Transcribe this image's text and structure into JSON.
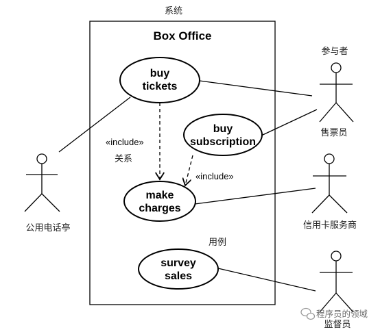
{
  "annotations": {
    "system": "系统",
    "relation": "关系",
    "use_case": "用例"
  },
  "system_boundary": {
    "name": "Box Office"
  },
  "use_cases": {
    "buy_tickets": {
      "line1": "buy",
      "line2": "tickets"
    },
    "buy_subscription": {
      "line1": "buy",
      "line2": "subscription"
    },
    "make_charges": {
      "line1": "make",
      "line2": "charges"
    },
    "survey_sales": {
      "line1": "survey",
      "line2": "sales"
    }
  },
  "actors": {
    "participant_label": "参与者",
    "kiosk": "公用电话亭",
    "clerk": "售票员",
    "credit_card_service": "信用卡服务商",
    "supervisor": "监督员"
  },
  "relationships": {
    "include_left": "«include»",
    "include_right": "«include»"
  },
  "watermark": {
    "text": "程序员的领域"
  }
}
